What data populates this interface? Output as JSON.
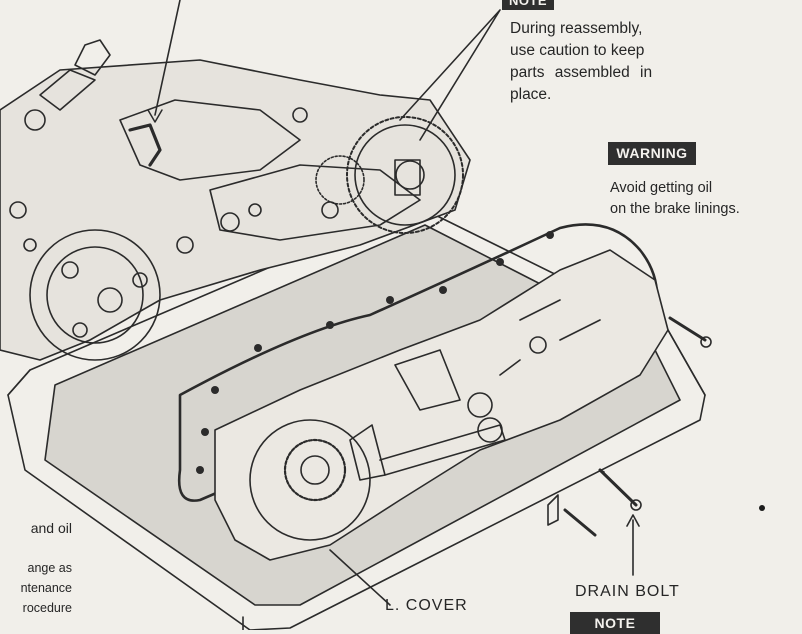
{
  "note_top": {
    "badge": "NOTE",
    "lines": [
      "During reassembly,",
      "use caution to keep",
      "parts assembled in",
      "place."
    ]
  },
  "warning": {
    "badge": "WARNING",
    "lines": [
      "Avoid getting oil",
      "on the brake linings."
    ]
  },
  "labels": {
    "drain_bolt": "DRAIN BOLT",
    "l_cover": "L. COVER"
  },
  "note_bottom": {
    "badge": "NOTE"
  },
  "left_fragments": [
    "and oil",
    "ange as",
    "ntenance",
    "rocedure"
  ]
}
